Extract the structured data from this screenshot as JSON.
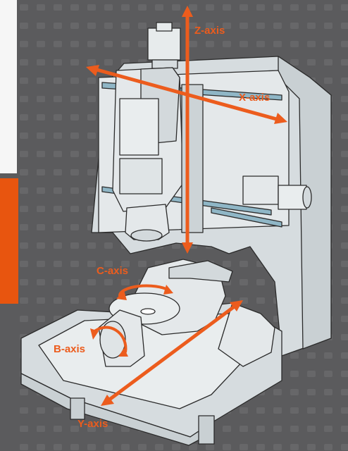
{
  "labels": {
    "z_axis": "Z-axis",
    "x_axis": "X-axis",
    "c_axis": "C-axis",
    "b_axis": "B-axis",
    "y_axis": "Y-axis"
  },
  "colors": {
    "background": "#5b5b5d",
    "accent": "#e8550f",
    "arrow": "#ec5c1d",
    "machine_fill": "#dfe4e6",
    "machine_stroke": "#2b2b2b",
    "rail": "#8fb6c6"
  }
}
